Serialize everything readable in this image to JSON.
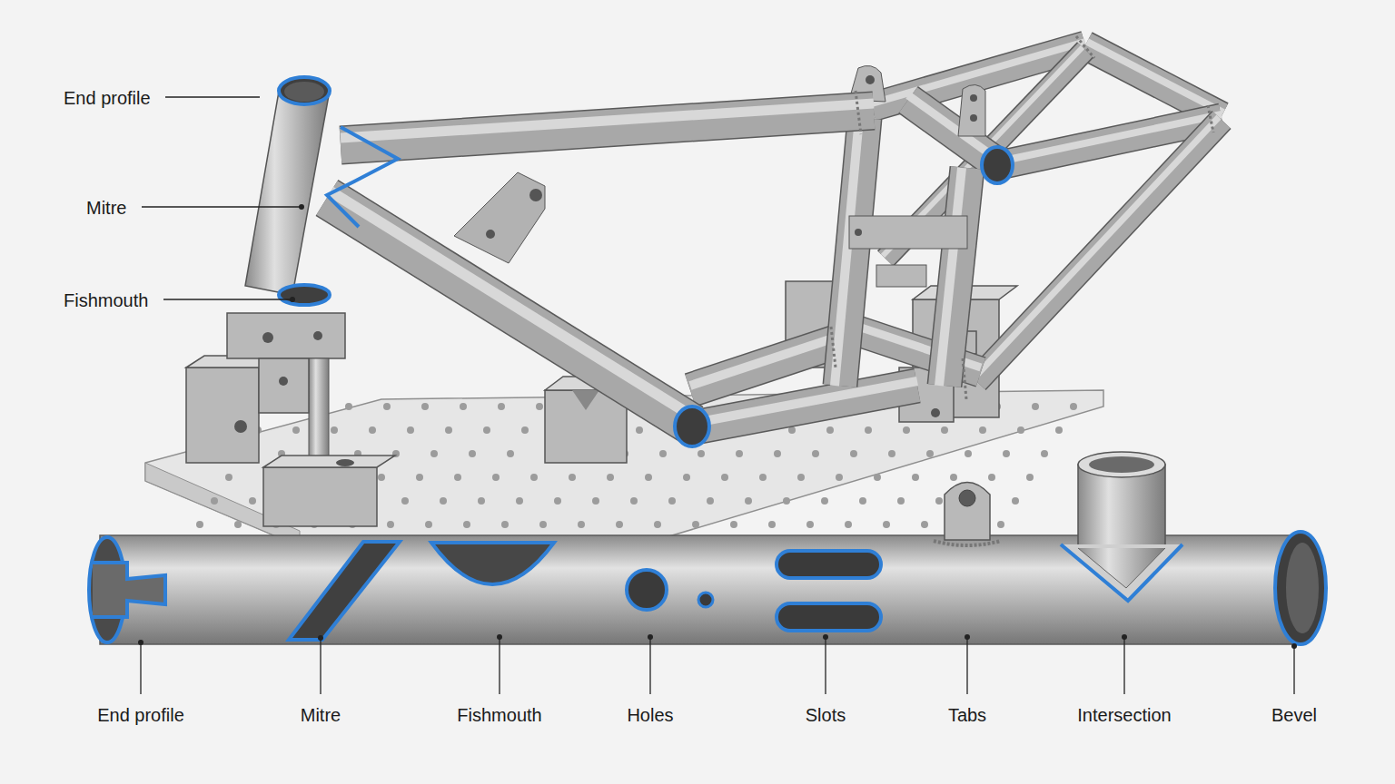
{
  "diagram": {
    "labels": [
      "End profile",
      "Mitre",
      "Fishmouth",
      "End profile",
      "Mitre",
      "Fishmouth",
      "Holes",
      "Slots",
      "Tabs",
      "Intersection",
      "Bevel"
    ]
  }
}
